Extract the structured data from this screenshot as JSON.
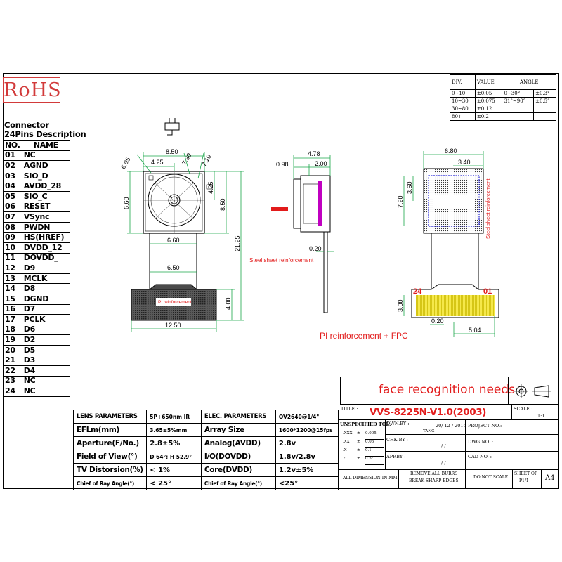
{
  "rohs": "RoHS",
  "tolerance_table": {
    "headers": [
      "DIV.",
      "VALUE",
      "ANGLE"
    ],
    "rows": [
      [
        "0~10",
        "±0.05",
        "0~30°",
        "±0.3°"
      ],
      [
        "10~30",
        "±0.075",
        "31°~90°",
        "±0.5°"
      ],
      [
        "30~80",
        "±0.12",
        "",
        ""
      ],
      [
        "80↑",
        "±0.2",
        "",
        ""
      ]
    ]
  },
  "connector": {
    "title_line1": "Connector",
    "title_line2": "24Pins Description",
    "header_no": "NO.",
    "header_name": "NAME",
    "pins": [
      {
        "no": "01",
        "name": "NC"
      },
      {
        "no": "02",
        "name": "AGND"
      },
      {
        "no": "03",
        "name": "SIO_D"
      },
      {
        "no": "04",
        "name": "AVDD_28"
      },
      {
        "no": "05",
        "name": "SIO_C"
      },
      {
        "no": "06",
        "name": "RESET"
      },
      {
        "no": "07",
        "name": "VSync"
      },
      {
        "no": "08",
        "name": "PWDN"
      },
      {
        "no": "09",
        "name": "HS(HREF)"
      },
      {
        "no": "10",
        "name": "DVDD_12"
      },
      {
        "no": "11",
        "name": "DOVDD_"
      },
      {
        "no": "12",
        "name": "D9"
      },
      {
        "no": "13",
        "name": "MCLK"
      },
      {
        "no": "14",
        "name": "D8"
      },
      {
        "no": "15",
        "name": "DGND"
      },
      {
        "no": "16",
        "name": "D7"
      },
      {
        "no": "17",
        "name": "PCLK"
      },
      {
        "no": "18",
        "name": "D6"
      },
      {
        "no": "19",
        "name": "D2"
      },
      {
        "no": "20",
        "name": "D5"
      },
      {
        "no": "21",
        "name": "D3"
      },
      {
        "no": "22",
        "name": "D4"
      },
      {
        "no": "23",
        "name": "NC"
      },
      {
        "no": "24",
        "name": "NC"
      }
    ]
  },
  "front_view": {
    "dims": {
      "width_top": "8.50",
      "half_width": "4.25",
      "lens_dia": "7.30",
      "lens_dia2": "7.10",
      "hole_dia": "6.95",
      "height_left": "6.60",
      "right_upper": "4.25",
      "right_mid": "8.50",
      "total_height": "21.25",
      "flex_width": "6.60",
      "flex_width2": "6.50",
      "pad_height": "4.00",
      "pad_width": "12.50"
    },
    "pad_label": "PI reinforcement"
  },
  "side_view": {
    "dims": {
      "top_width": "4.78",
      "left": "0.98",
      "mid": "2.00",
      "thickness": "0.20"
    },
    "label": "Steel sheet reinforcement"
  },
  "back_view": {
    "dims": {
      "top_width": "6.80",
      "half": "3.40",
      "h1": "3.60",
      "h2": "7.20",
      "pad_h": "3.00",
      "pitch": "0.20",
      "pad_w": "5.04"
    },
    "label": "Steel sheet reinforcement",
    "pin_first": "24",
    "pin_last": "01"
  },
  "pi_fpc_label": "PI reinforcement + FPC",
  "face_recognition": "face recognition needs",
  "lens_params": {
    "rows": [
      {
        "l1": "LENS PARAMETERS",
        "v1": "5P+650nm IR",
        "l2": "ELEC. PARAMETERS",
        "v2": "OV2640@1/4\""
      },
      {
        "l1": "EFLm(mm)",
        "v1": "3.65±5%mm",
        "l2": "Array Size",
        "v2": "1600*1200@15fps"
      },
      {
        "l1": "Aperture(F/No.)",
        "v1": "2.8±5%",
        "l2": "Analog(AVDD)",
        "v2": "2.8v"
      },
      {
        "l1": "Field of View(°)",
        "v1": "D 64°; H 52.9°",
        "l2": "I/O(DOVDD)",
        "v2": "1.8v/2.8v"
      },
      {
        "l1": "TV Distorsion(%)",
        "v1": "< 1%",
        "l2": "Core(DVDD)",
        "v2": "1.2v±5%"
      },
      {
        "l1": "Chief of Ray Angle(°)",
        "v1": "< 25°",
        "l2": "Chief of Ray Angle(°)",
        "v2": "<25°"
      }
    ]
  },
  "title_block": {
    "title_label": "TITLE :",
    "title": "VVS-8225N-V1.0(2003)",
    "scale_label": "SCALE :",
    "scale": "1:1",
    "unspecified": "UNSPECIFIED TOL:",
    "tol_rows": [
      [
        ".XXX",
        "±",
        "0.005"
      ],
      [
        ".XX",
        "±",
        "0.05"
      ],
      [
        ".X",
        "±",
        "0.1"
      ],
      [
        "∠",
        "±",
        "0.5°"
      ]
    ],
    "dwn_label": "DWN.BY :",
    "dwn_name": "TANG",
    "dwn_date": "20/ 12 / 2016",
    "chk_label": "CHK.BY :",
    "chk_date": "/ /",
    "app_label": "APP.BY :",
    "app_date": "/ /",
    "project": "PROJECT NO.:",
    "dwg": "DWG NO. :",
    "cad": "CAD NO. :",
    "all_dim": "ALL DIMENSION IN MM",
    "remove": "REMOVE ALL BURRS",
    "break": "BREAK SHARP EDGES",
    "do_not_scale": "DO NOT SCALE",
    "sheet_label": "SHEET OF",
    "sheet": "P1/1",
    "size": "A4"
  }
}
